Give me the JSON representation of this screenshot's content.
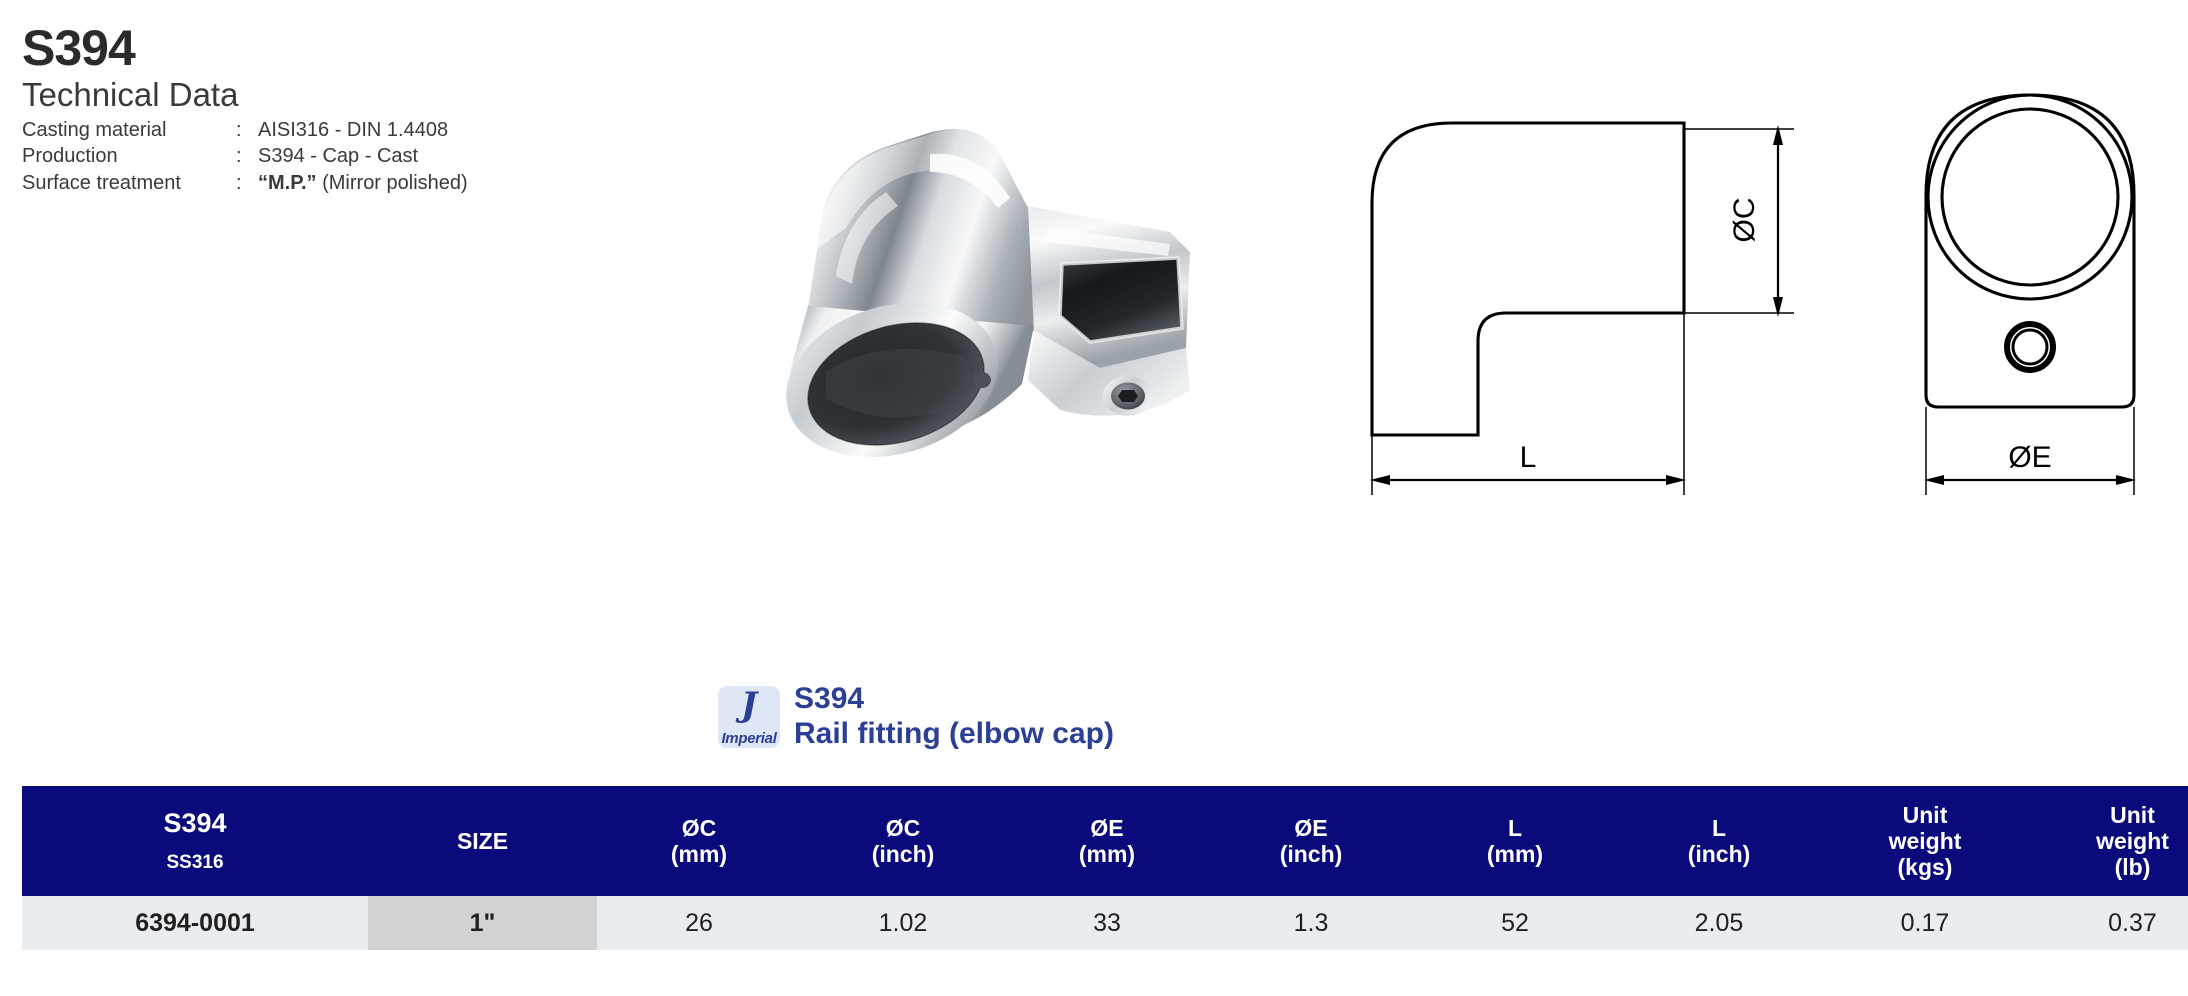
{
  "header": {
    "product_code": "S394",
    "section_title": "Technical Data",
    "specs": [
      {
        "label": "Casting material",
        "colon": ":",
        "value_plain": "AISI316 - DIN 1.4408",
        "value_bold": ""
      },
      {
        "label": "Production",
        "colon": ":",
        "value_plain": "S394 - Cap - Cast",
        "value_bold": ""
      },
      {
        "label": "Surface treatment",
        "colon": ":",
        "value_bold": "“M.P.”",
        "value_plain": " (Mirror polished)"
      }
    ]
  },
  "brand": {
    "monogram": "J",
    "word": "Imperial",
    "code": "S394",
    "name": "Rail fitting (elbow cap)",
    "color": "#2b3f97",
    "badge_color": "#dfe6f5"
  },
  "drawings": {
    "side_view": {
      "name": "elbow-profile-side-view",
      "dimension_vertical": "ØC",
      "dimension_horizontal": "L"
    },
    "plan_view": {
      "name": "elbow-plan-view",
      "dimension_horizontal": "ØE"
    }
  },
  "photo": {
    "alt": "Mirror polished stainless steel rail fitting elbow cap"
  },
  "table": {
    "header_color": "#0a0a7d",
    "row_color": "#e9edf0",
    "size_cell_color": "#d2d2d2",
    "columns": [
      {
        "main": "S394",
        "sub": "SS316",
        "unit": ""
      },
      {
        "main": "SIZE",
        "sub": "",
        "unit": ""
      },
      {
        "main": "ØC",
        "sub": "",
        "unit": "(mm)"
      },
      {
        "main": "ØC",
        "sub": "",
        "unit": "(inch)"
      },
      {
        "main": "ØE",
        "sub": "",
        "unit": "(mm)"
      },
      {
        "main": "ØE",
        "sub": "",
        "unit": "(inch)"
      },
      {
        "main": "L",
        "sub": "",
        "unit": "(mm)"
      },
      {
        "main": "L",
        "sub": "",
        "unit": "(inch)"
      },
      {
        "main": "Unit",
        "sub": "",
        "unit": "weight\n(kgs)"
      },
      {
        "main": "Unit",
        "sub": "",
        "unit": "weight\n(lb)"
      }
    ],
    "header_labels": {
      "c0_main": "S394",
      "c0_sub": "SS316",
      "c1": "SIZE",
      "c2_a": "ØC",
      "c2_b": "(mm)",
      "c3_a": "ØC",
      "c3_b": "(inch)",
      "c4_a": "ØE",
      "c4_b": "(mm)",
      "c5_a": "ØE",
      "c5_b": "(inch)",
      "c6_a": "L",
      "c6_b": "(mm)",
      "c7_a": "L",
      "c7_b": "(inch)",
      "c8_a": "Unit",
      "c8_b": "weight",
      "c8_c": "(kgs)",
      "c9_a": "Unit",
      "c9_b": "weight",
      "c9_c": "(lb)"
    },
    "rows": [
      {
        "code": "6394-0001",
        "size": "1\"",
        "oc_mm": "26",
        "oc_inch": "1.02",
        "oe_mm": "33",
        "oe_inch": "1.3",
        "l_mm": "52",
        "l_inch": "2.05",
        "weight_kgs": "0.17",
        "weight_lb": "0.37"
      }
    ]
  }
}
